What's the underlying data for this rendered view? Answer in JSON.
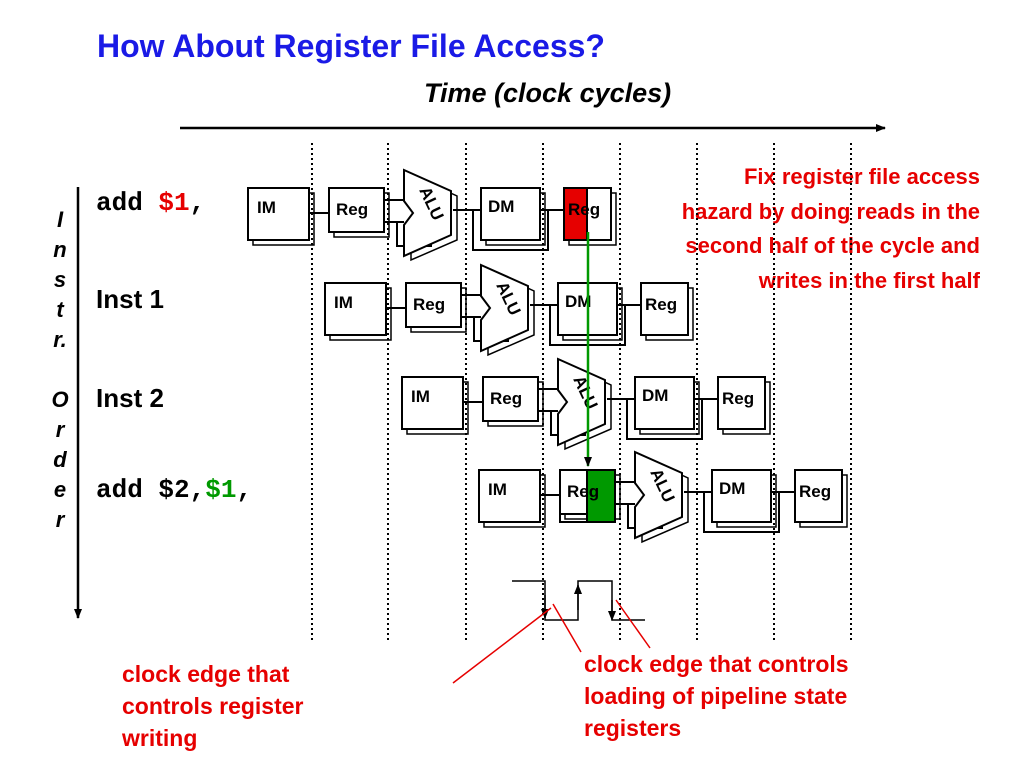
{
  "title": "How About Register File Access?",
  "time_axis_label": "Time (clock cycles)",
  "instr_order_letters": [
    "I",
    "n",
    "s",
    "t",
    "r.",
    "",
    "O",
    "r",
    "d",
    "e",
    "r"
  ],
  "instructions": [
    {
      "prefix": "add ",
      "operand": "$1",
      "suffix": ",",
      "operand_color": "#e60000"
    },
    {
      "text": "Inst 1"
    },
    {
      "text": "Inst 2"
    },
    {
      "prefix": "add $2,",
      "operand": "$1",
      "suffix": ",",
      "operand_color": "#009900"
    }
  ],
  "stage_labels": {
    "im": "IM",
    "reg": "Reg",
    "alu": "ALU",
    "dm": "DM"
  },
  "fix_note": "Fix register file access hazard by doing reads in the second half of the cycle and writes in the first half",
  "note_left": "clock edge that controls register writing",
  "note_right": "clock edge that controls loading of pipeline state registers",
  "colors": {
    "title": "#1a1ae6",
    "note": "#e60000",
    "write_highlight": "#e60000",
    "read_highlight": "#009900",
    "forward_line": "#009900"
  }
}
